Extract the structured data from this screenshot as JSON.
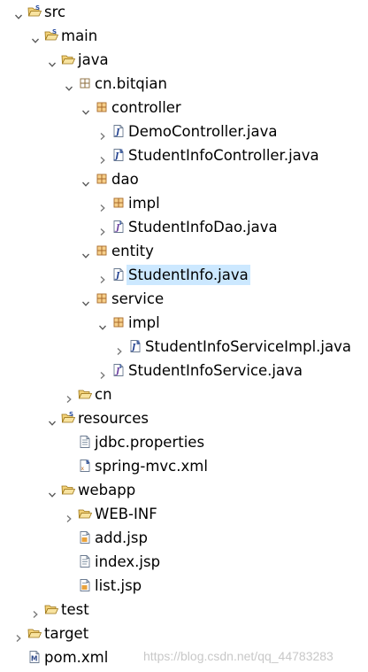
{
  "tree": [
    {
      "label": "src",
      "icon": "source-folder-icon",
      "toggle": "expanded",
      "depth": 0
    },
    {
      "label": "main",
      "icon": "source-folder-icon",
      "toggle": "expanded",
      "depth": 1
    },
    {
      "label": "java",
      "icon": "folder-open-icon",
      "toggle": "expanded",
      "depth": 2
    },
    {
      "label": "cn.bitqian",
      "icon": "package-empty-icon",
      "toggle": "expanded",
      "depth": 3
    },
    {
      "label": "controller",
      "icon": "package-icon",
      "toggle": "expanded",
      "depth": 4
    },
    {
      "label": "DemoController.java",
      "icon": "java-file-icon",
      "toggle": "collapsed",
      "depth": 5
    },
    {
      "label": "StudentInfoController.java",
      "icon": "java-spring-file-icon",
      "toggle": "collapsed",
      "depth": 5
    },
    {
      "label": "dao",
      "icon": "package-icon",
      "toggle": "expanded",
      "depth": 4
    },
    {
      "label": "impl",
      "icon": "package-icon",
      "toggle": "collapsed",
      "depth": 5
    },
    {
      "label": "StudentInfoDao.java",
      "icon": "java-interface-file-icon",
      "toggle": "collapsed",
      "depth": 5
    },
    {
      "label": "entity",
      "icon": "package-icon",
      "toggle": "expanded",
      "depth": 4
    },
    {
      "label": "StudentInfo.java",
      "icon": "java-file-icon",
      "toggle": "collapsed",
      "depth": 5,
      "selected": true
    },
    {
      "label": "service",
      "icon": "package-icon",
      "toggle": "expanded",
      "depth": 4
    },
    {
      "label": "impl",
      "icon": "package-icon",
      "toggle": "expanded",
      "depth": 5
    },
    {
      "label": "StudentInfoServiceImpl.java",
      "icon": "java-spring-file-icon",
      "toggle": "collapsed",
      "depth": 6
    },
    {
      "label": "StudentInfoService.java",
      "icon": "java-interface-file-icon",
      "toggle": "collapsed",
      "depth": 5
    },
    {
      "label": "cn",
      "icon": "folder-icon",
      "toggle": "collapsed",
      "depth": 3
    },
    {
      "label": "resources",
      "icon": "source-folder-icon",
      "toggle": "expanded",
      "depth": 2
    },
    {
      "label": "jdbc.properties",
      "icon": "properties-file-icon",
      "toggle": "none",
      "depth": 3
    },
    {
      "label": "spring-mvc.xml",
      "icon": "spring-xml-file-icon",
      "toggle": "none",
      "depth": 3
    },
    {
      "label": "webapp",
      "icon": "folder-open-icon",
      "toggle": "expanded",
      "depth": 2
    },
    {
      "label": "WEB-INF",
      "icon": "folder-icon",
      "toggle": "collapsed",
      "depth": 3
    },
    {
      "label": "add.jsp",
      "icon": "jsp-file-icon",
      "toggle": "none",
      "depth": 3
    },
    {
      "label": "index.jsp",
      "icon": "text-file-icon",
      "toggle": "none",
      "depth": 3
    },
    {
      "label": "list.jsp",
      "icon": "jsp-file-icon",
      "toggle": "none",
      "depth": 3
    },
    {
      "label": "test",
      "icon": "folder-icon",
      "toggle": "collapsed",
      "depth": 1
    },
    {
      "label": "target",
      "icon": "folder-icon",
      "toggle": "collapsed",
      "depth": 0
    },
    {
      "label": "pom.xml",
      "icon": "maven-pom-icon",
      "toggle": "none",
      "depth": 0
    }
  ],
  "watermark": "https://blog.csdn.net/qq_44783283",
  "colors": {
    "selection": "#cce8ff",
    "folder": "#e8b84a",
    "package": "#a86a2c",
    "java": "#1f3f8f",
    "text": "#000000"
  }
}
